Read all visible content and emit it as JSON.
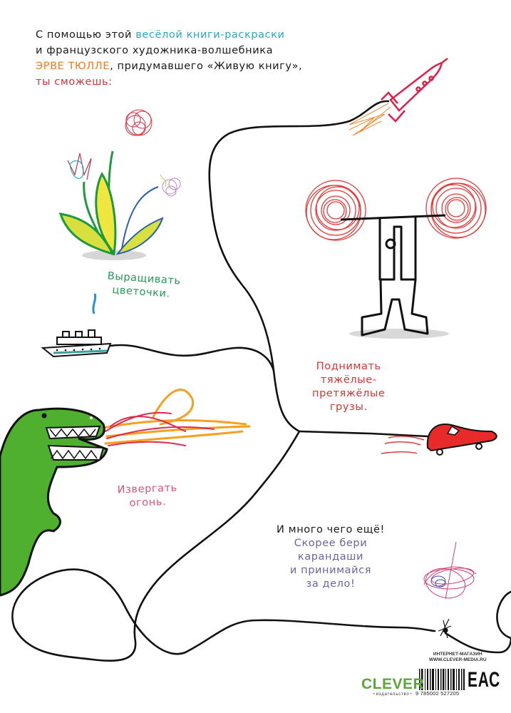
{
  "intro": {
    "line1_pre": "С помощью этой ",
    "line1_highlight": "весёлой книги-раскраски",
    "line2": "и французского художника-волшебника",
    "line3_author": "ЭРВЕ ТЮЛЛЕ",
    "line3_post": ", придумавшего «Живую книгу»,",
    "line4": "ты сможешь:"
  },
  "captions": {
    "flowers": [
      "Выращивать",
      "цветочки."
    ],
    "weights": [
      "Поднимать",
      "тяжёлые-",
      "претяжёлые",
      "грузы."
    ],
    "fire": [
      "Извергать",
      "огонь."
    ],
    "more": {
      "headline": "И много чего ещё!",
      "lines": [
        "Скорее бери",
        "карандаши",
        "и принимайся",
        "за дело!"
      ]
    }
  },
  "illustrations": [
    "flower-bush",
    "rocket",
    "weightlifter",
    "ship",
    "dinosaur",
    "fire",
    "car",
    "scribble",
    "star-knot"
  ],
  "footer": {
    "shop_label": "ИНТЕРНЕТ-МАГАЗИН",
    "shop_url": "WWW.CLEVER-MEDIA.RU",
    "publisher_logo": "CLEVER",
    "publisher_sub": "издательство",
    "isbn": "9 785002 527205",
    "cert_mark": "ЕАС"
  },
  "colors": {
    "blue": "#2aa7c9",
    "orange": "#f07a1e",
    "red": "#e0303a",
    "green": "#1f9a57",
    "pink": "#e0507a",
    "purple": "#6a64a8",
    "logo_green": "#5aa838"
  }
}
